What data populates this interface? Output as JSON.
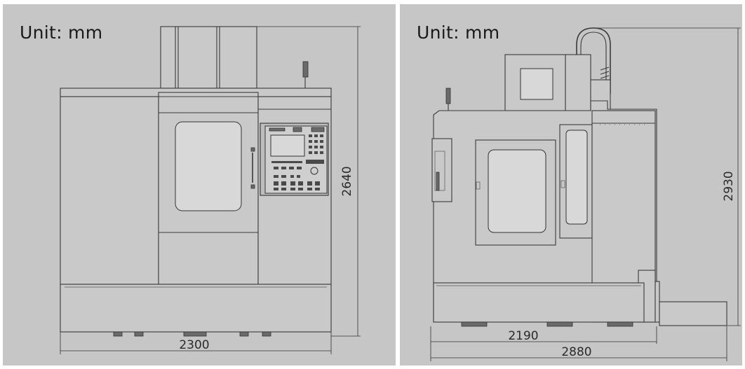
{
  "front_view": {
    "unit_label": "Unit: mm",
    "dimensions": {
      "width": "2300",
      "height": "2640"
    }
  },
  "side_view": {
    "unit_label": "Unit: mm",
    "dimensions": {
      "depth_machine": "2190",
      "depth_total": "2880",
      "height": "2930"
    }
  },
  "colors": {
    "panel_background": "#c6c6c6",
    "line": "#3a3a3a"
  }
}
